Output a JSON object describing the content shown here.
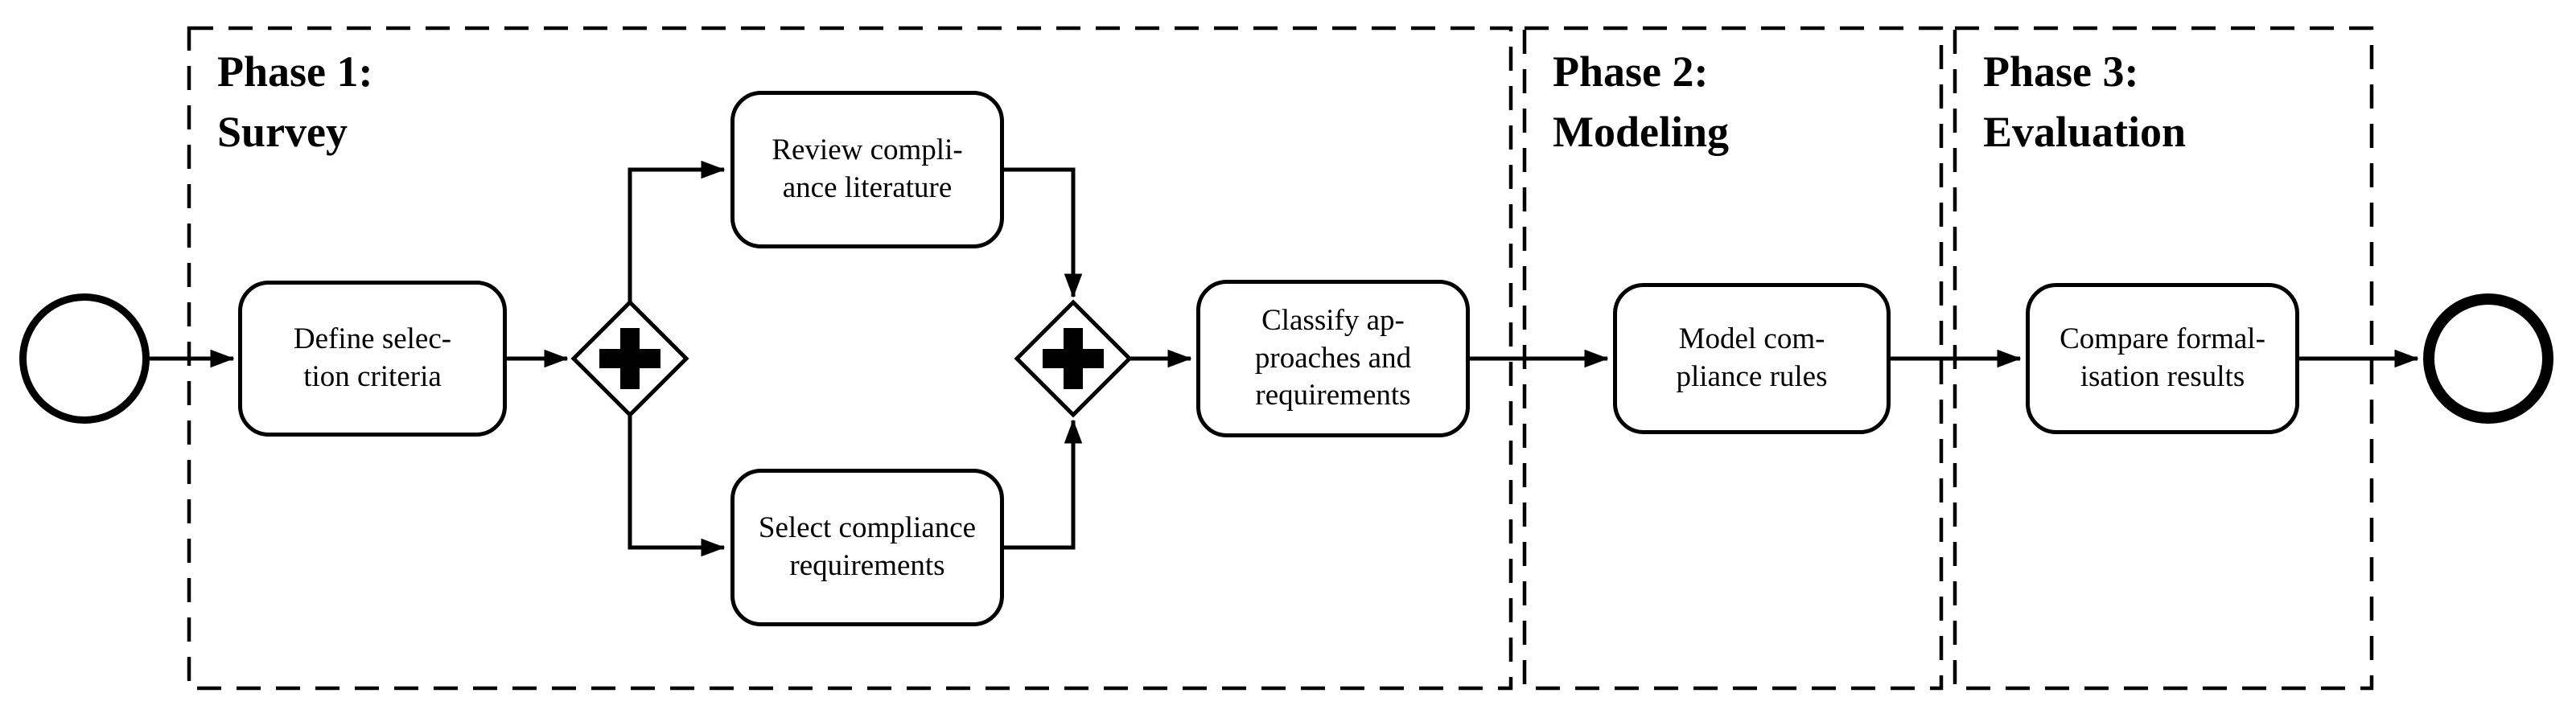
{
  "diagram": {
    "type": "bpmn-process",
    "background_color": "#ffffff",
    "stroke_color": "#000000",
    "phases": [
      {
        "label": "Phase 1:\nSurvey"
      },
      {
        "label": "Phase 2:\nModeling"
      },
      {
        "label": "Phase 3:\nEvaluation"
      }
    ],
    "events": [
      {
        "name": "start-event",
        "shape": "thin-circle"
      },
      {
        "name": "end-event",
        "shape": "thick-circle"
      }
    ],
    "gateways": [
      {
        "name": "parallel-gateway-split",
        "symbol": "plus"
      },
      {
        "name": "parallel-gateway-join",
        "symbol": "plus"
      }
    ],
    "tasks": [
      {
        "label": "Define selec-\ntion criteria"
      },
      {
        "label": "Review compli-\nance literature"
      },
      {
        "label": "Select compliance\nrequirements"
      },
      {
        "label": "Classify ap-\nproaches and\nrequirements"
      },
      {
        "label": "Model com-\npliance rules"
      },
      {
        "label": "Compare formal-\nisation results"
      }
    ],
    "flows": [
      {
        "from": "start-event",
        "to": "task-define-selection-criteria"
      },
      {
        "from": "task-define-selection-criteria",
        "to": "parallel-gateway-split"
      },
      {
        "from": "parallel-gateway-split",
        "to": "task-review-compliance-literature"
      },
      {
        "from": "parallel-gateway-split",
        "to": "task-select-compliance-requirements"
      },
      {
        "from": "task-review-compliance-literature",
        "to": "parallel-gateway-join"
      },
      {
        "from": "task-select-compliance-requirements",
        "to": "parallel-gateway-join"
      },
      {
        "from": "parallel-gateway-join",
        "to": "task-classify-approaches-and-requirements"
      },
      {
        "from": "task-classify-approaches-and-requirements",
        "to": "task-model-compliance-rules"
      },
      {
        "from": "task-model-compliance-rules",
        "to": "task-compare-formalisation-results"
      },
      {
        "from": "task-compare-formalisation-results",
        "to": "end-event"
      }
    ]
  }
}
